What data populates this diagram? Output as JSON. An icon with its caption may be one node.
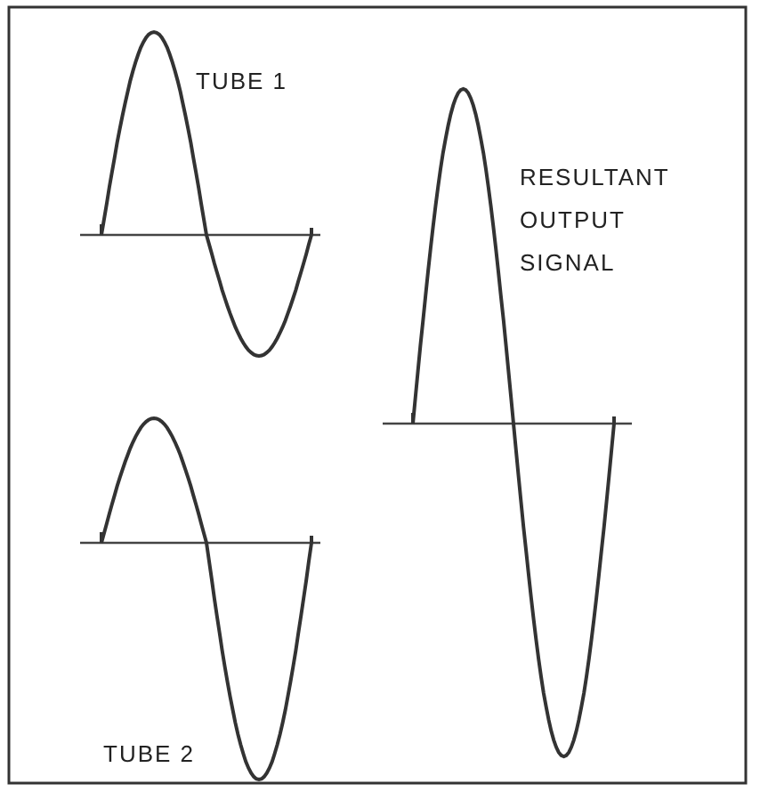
{
  "diagram": {
    "labels": [
      "TUBE 1",
      "RESULTANT OUTPUT SIGNAL",
      "TUBE 2"
    ]
  }
}
